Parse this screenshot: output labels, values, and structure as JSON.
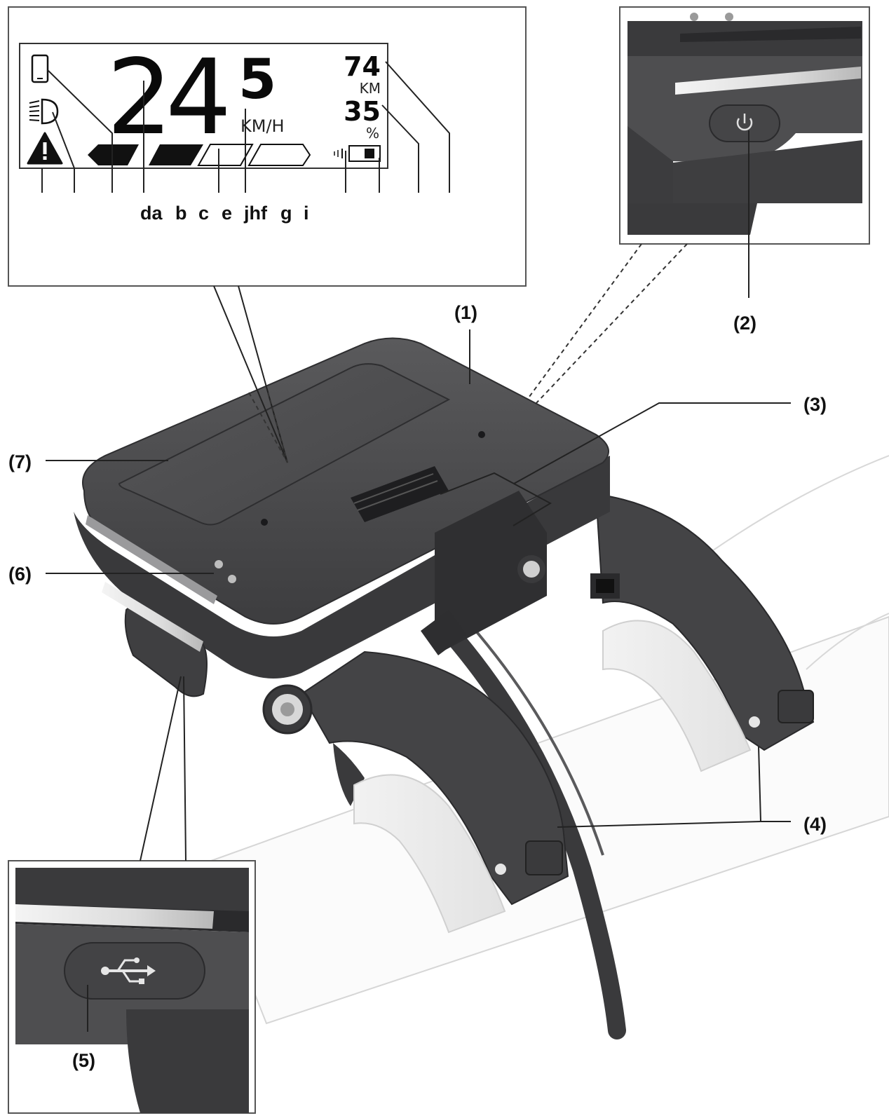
{
  "lcd": {
    "speed_main": "24",
    "speed_decimal": "5",
    "speed_unit": "KM/H",
    "range_value": "74",
    "range_unit": "KM",
    "battery_value": "35",
    "battery_unit": "%"
  },
  "letter_row": [
    "da",
    "b",
    "c",
    "e",
    "jhf",
    "g",
    "i"
  ],
  "callouts": {
    "c1": "(1)",
    "c2": "(2)",
    "c3": "(3)",
    "c4": "(4)",
    "c5": "(5)",
    "c6": "(6)",
    "c7": "(7)"
  },
  "icons": {
    "phone": "phone-icon",
    "light": "light-icon",
    "warning": "warning-icon",
    "power": "power-icon",
    "usb": "usb-icon",
    "battery": "battery-icon"
  },
  "colors": {
    "device_body": "#4b4b4d",
    "device_dark": "#3a3a3c",
    "lcd_background": "#ffffff",
    "lcd_ink": "#0a0a0a"
  }
}
